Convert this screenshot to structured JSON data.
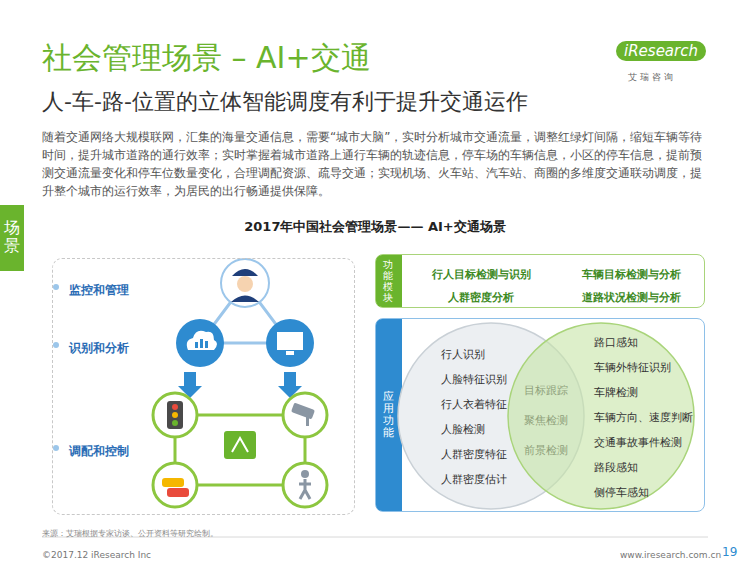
{
  "diagram": {
    "title": "社会管理场景 – AI+交通",
    "nodes": [
      {
        "text": [
          "场景"
        ]
      },
      {
        "text": [
          "监控和管理",
          "识别和分析",
          "调配和控制"
        ]
      },
      {
        "text": [
          "功能模块",
          "行人目标检测与识别",
          "人群密度分析",
          "车辆目标检测与分析",
          "道路状况检测与分析"
        ]
      },
      {
        "text": [
          "应用功能"
        ]
      },
      {
        "text": [
          "行人识别",
          "人脸特征识别",
          "行人衣着特征",
          "人脸检测",
          "人群密度特征",
          "人群密度估计"
        ],
        "in": 3
      },
      {
        "text": [
          "目标跟踪",
          "聚焦检测",
          "前景检测"
        ],
        "in": 3
      },
      {
        "text": [
          "路口感知",
          "车辆外特征识别",
          "车牌检测",
          "车辆方向、速度判断",
          "交通事故事件检测",
          "路段感知",
          "侧停车感知"
        ],
        "in": 3
      }
    ],
    "labels": [
      "人-车-路-位置的立体智能调度有利于提升交通运作",
      "随着交通网络大规模联网，汇集的海量交通信息，需要“城市大脑”，实时分析城市交通流量，调整红绿灯间隔，缩短车辆等待时间，提升城市道路的通行效率；实时掌握着城市道路上通行车辆的轨迹信息，停车场的车辆信息，小区的停车信息，提前预测交通流量变化和停车位数量变化，合理调配资源、疏导交通；实现机场、火车站、汽车站、商圈的多维度交通联动调度，提升整个城市的运行效率，为居民的出行畅通提供保障。",
      "2017年中国社会管理场景—— AI+交通场景",
      "iResearch",
      "艾 瑞 咨 询",
      "来源：艾瑞根据专家访谈、公开资料等研究绘制。",
      "©2017.12 iResearch Inc",
      "www.iresearch.com.cn",
      "19"
    ]
  }
}
